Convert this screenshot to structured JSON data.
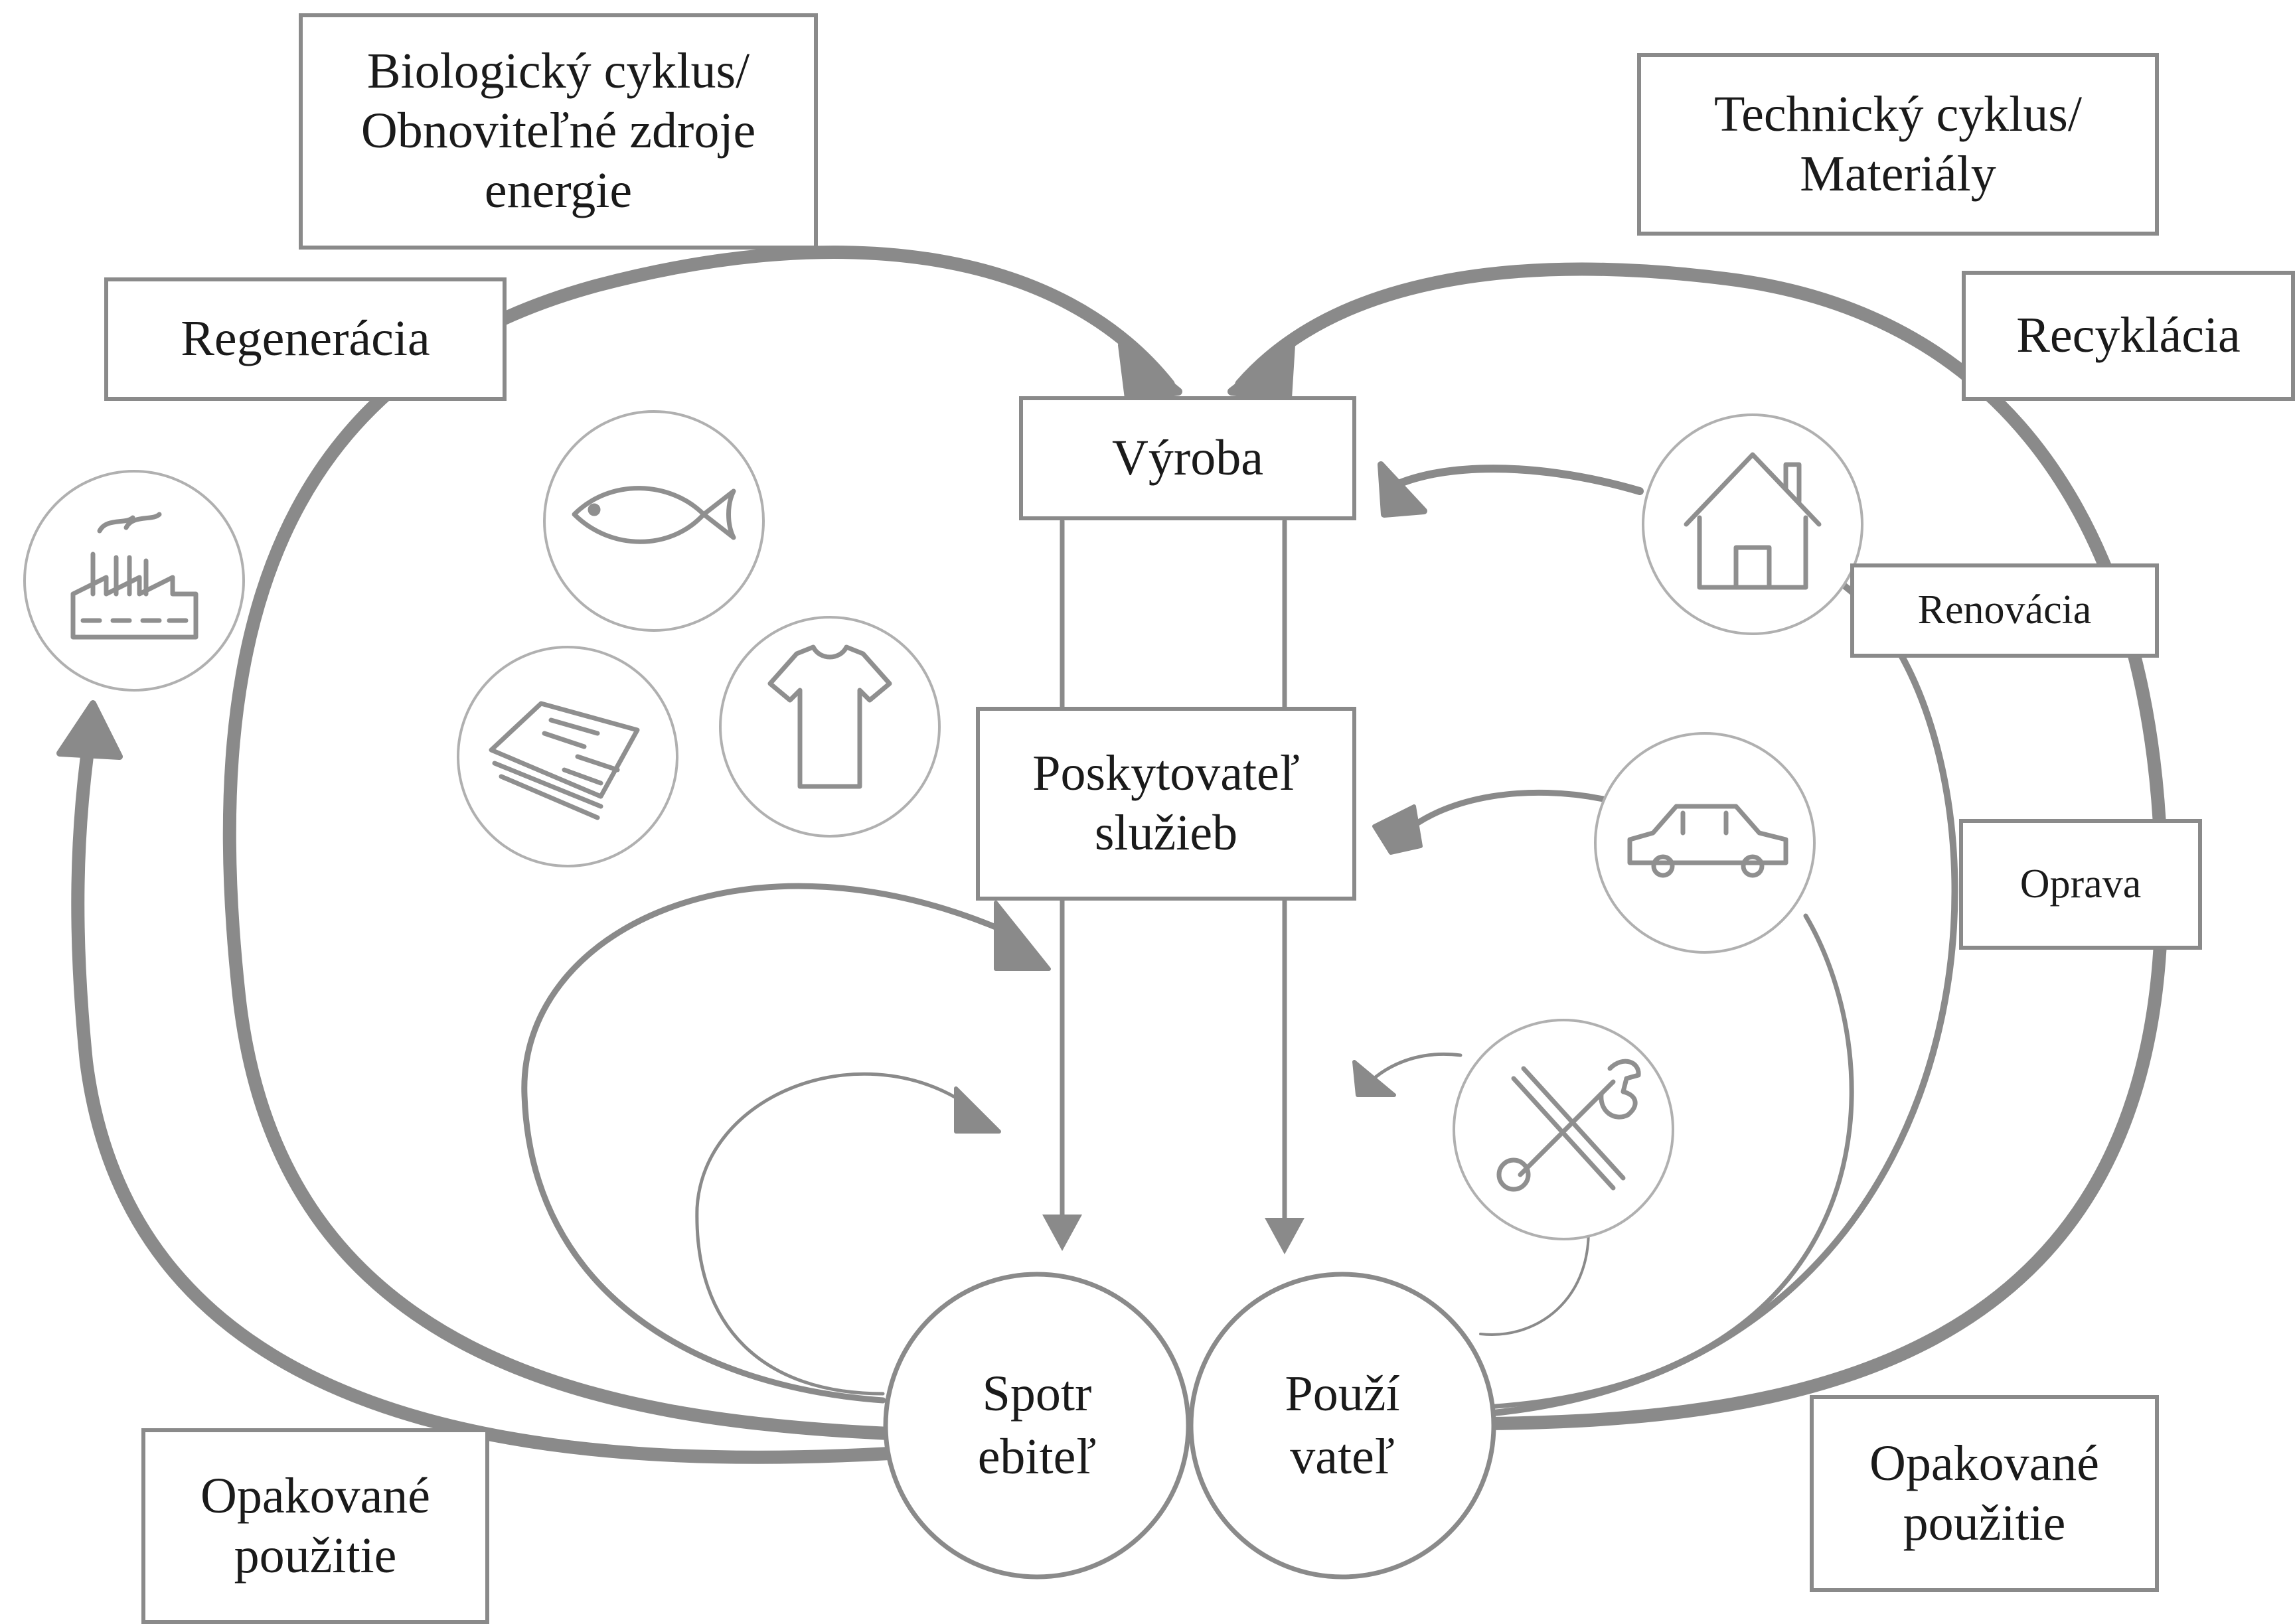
{
  "labels": {
    "bio_cycle": [
      "Biologický cyklus/",
      "Obnoviteľné zdroje",
      "energie"
    ],
    "tech_cycle": [
      "Technický cyklus/",
      "Materiály"
    ],
    "regeneration": "Regenerácia",
    "recycling": "Recyklácia",
    "production": "Výroba",
    "service_provider": [
      "Poskytovateľ",
      "služieb"
    ],
    "renovation": "Renovácia",
    "repair": "Oprava",
    "reuse_left": [
      "Opakované",
      "použitie"
    ],
    "reuse_right": [
      "Opakované",
      "použitie"
    ],
    "consumer": [
      "Spotr",
      "ebiteľ"
    ],
    "user": [
      "Použí",
      "vateľ"
    ]
  },
  "icons": {
    "left": [
      "factory-icon",
      "fish-icon",
      "tshirt-icon",
      "newspaper-icon"
    ],
    "right": [
      "house-icon",
      "car-icon",
      "tools-icon"
    ]
  },
  "colors": {
    "line": "#8a8a8a",
    "icon_stroke": "#9a9a9a",
    "text": "#1a1a1a",
    "background": "#ffffff"
  }
}
